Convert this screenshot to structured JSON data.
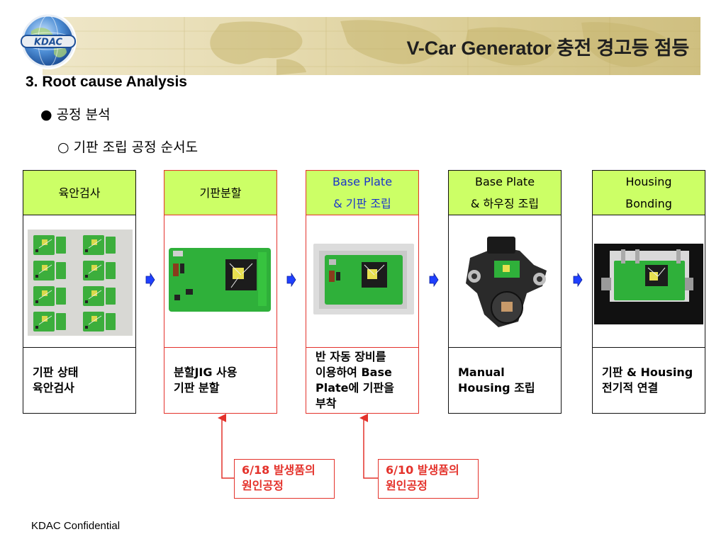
{
  "header": {
    "title": "V-Car Generator 충전 경고등 점등",
    "logo_text": "KDAC"
  },
  "section": {
    "heading": "3. Root cause Analysis",
    "bullet1_symbol": "●",
    "bullet1_text": "공정 분석",
    "bullet2_symbol": "○",
    "bullet2_text": "기판 조립 공정 순서도"
  },
  "steps": [
    {
      "head_line1": "육안검사",
      "head_line2": "",
      "desc": "기판 상태\n육안검사",
      "highlighted": false
    },
    {
      "head_line1": "기판분할",
      "head_line2": "",
      "desc": "분할JIG 사용\n기판 분할",
      "highlighted": true
    },
    {
      "head_line1": "Base Plate",
      "head_line2": "& 기판 조립",
      "desc": "반 자동 장비를\n이용하여 Base\nPlate에 기판을\n부착",
      "highlighted": true
    },
    {
      "head_line1": "Base Plate",
      "head_line2": "& 하우징 조립",
      "desc": "Manual\nHousing 조립",
      "highlighted": false
    },
    {
      "head_line1": "Housing",
      "head_line2": "Bonding",
      "desc": "기판 & Housing\n전기적 연결",
      "highlighted": false
    }
  ],
  "callouts": [
    {
      "text": "6/18 발생품의\n원인공정",
      "target_step": 2
    },
    {
      "text": "6/10 발생품의\n원인공정",
      "target_step": 3
    }
  ],
  "footer": {
    "text": "KDAC Confidential"
  },
  "colors": {
    "step_header": "#ccff66",
    "accent_red": "#e4322b",
    "head_blue": "#1a33cc",
    "arrow_blue": "#1f3fff"
  }
}
